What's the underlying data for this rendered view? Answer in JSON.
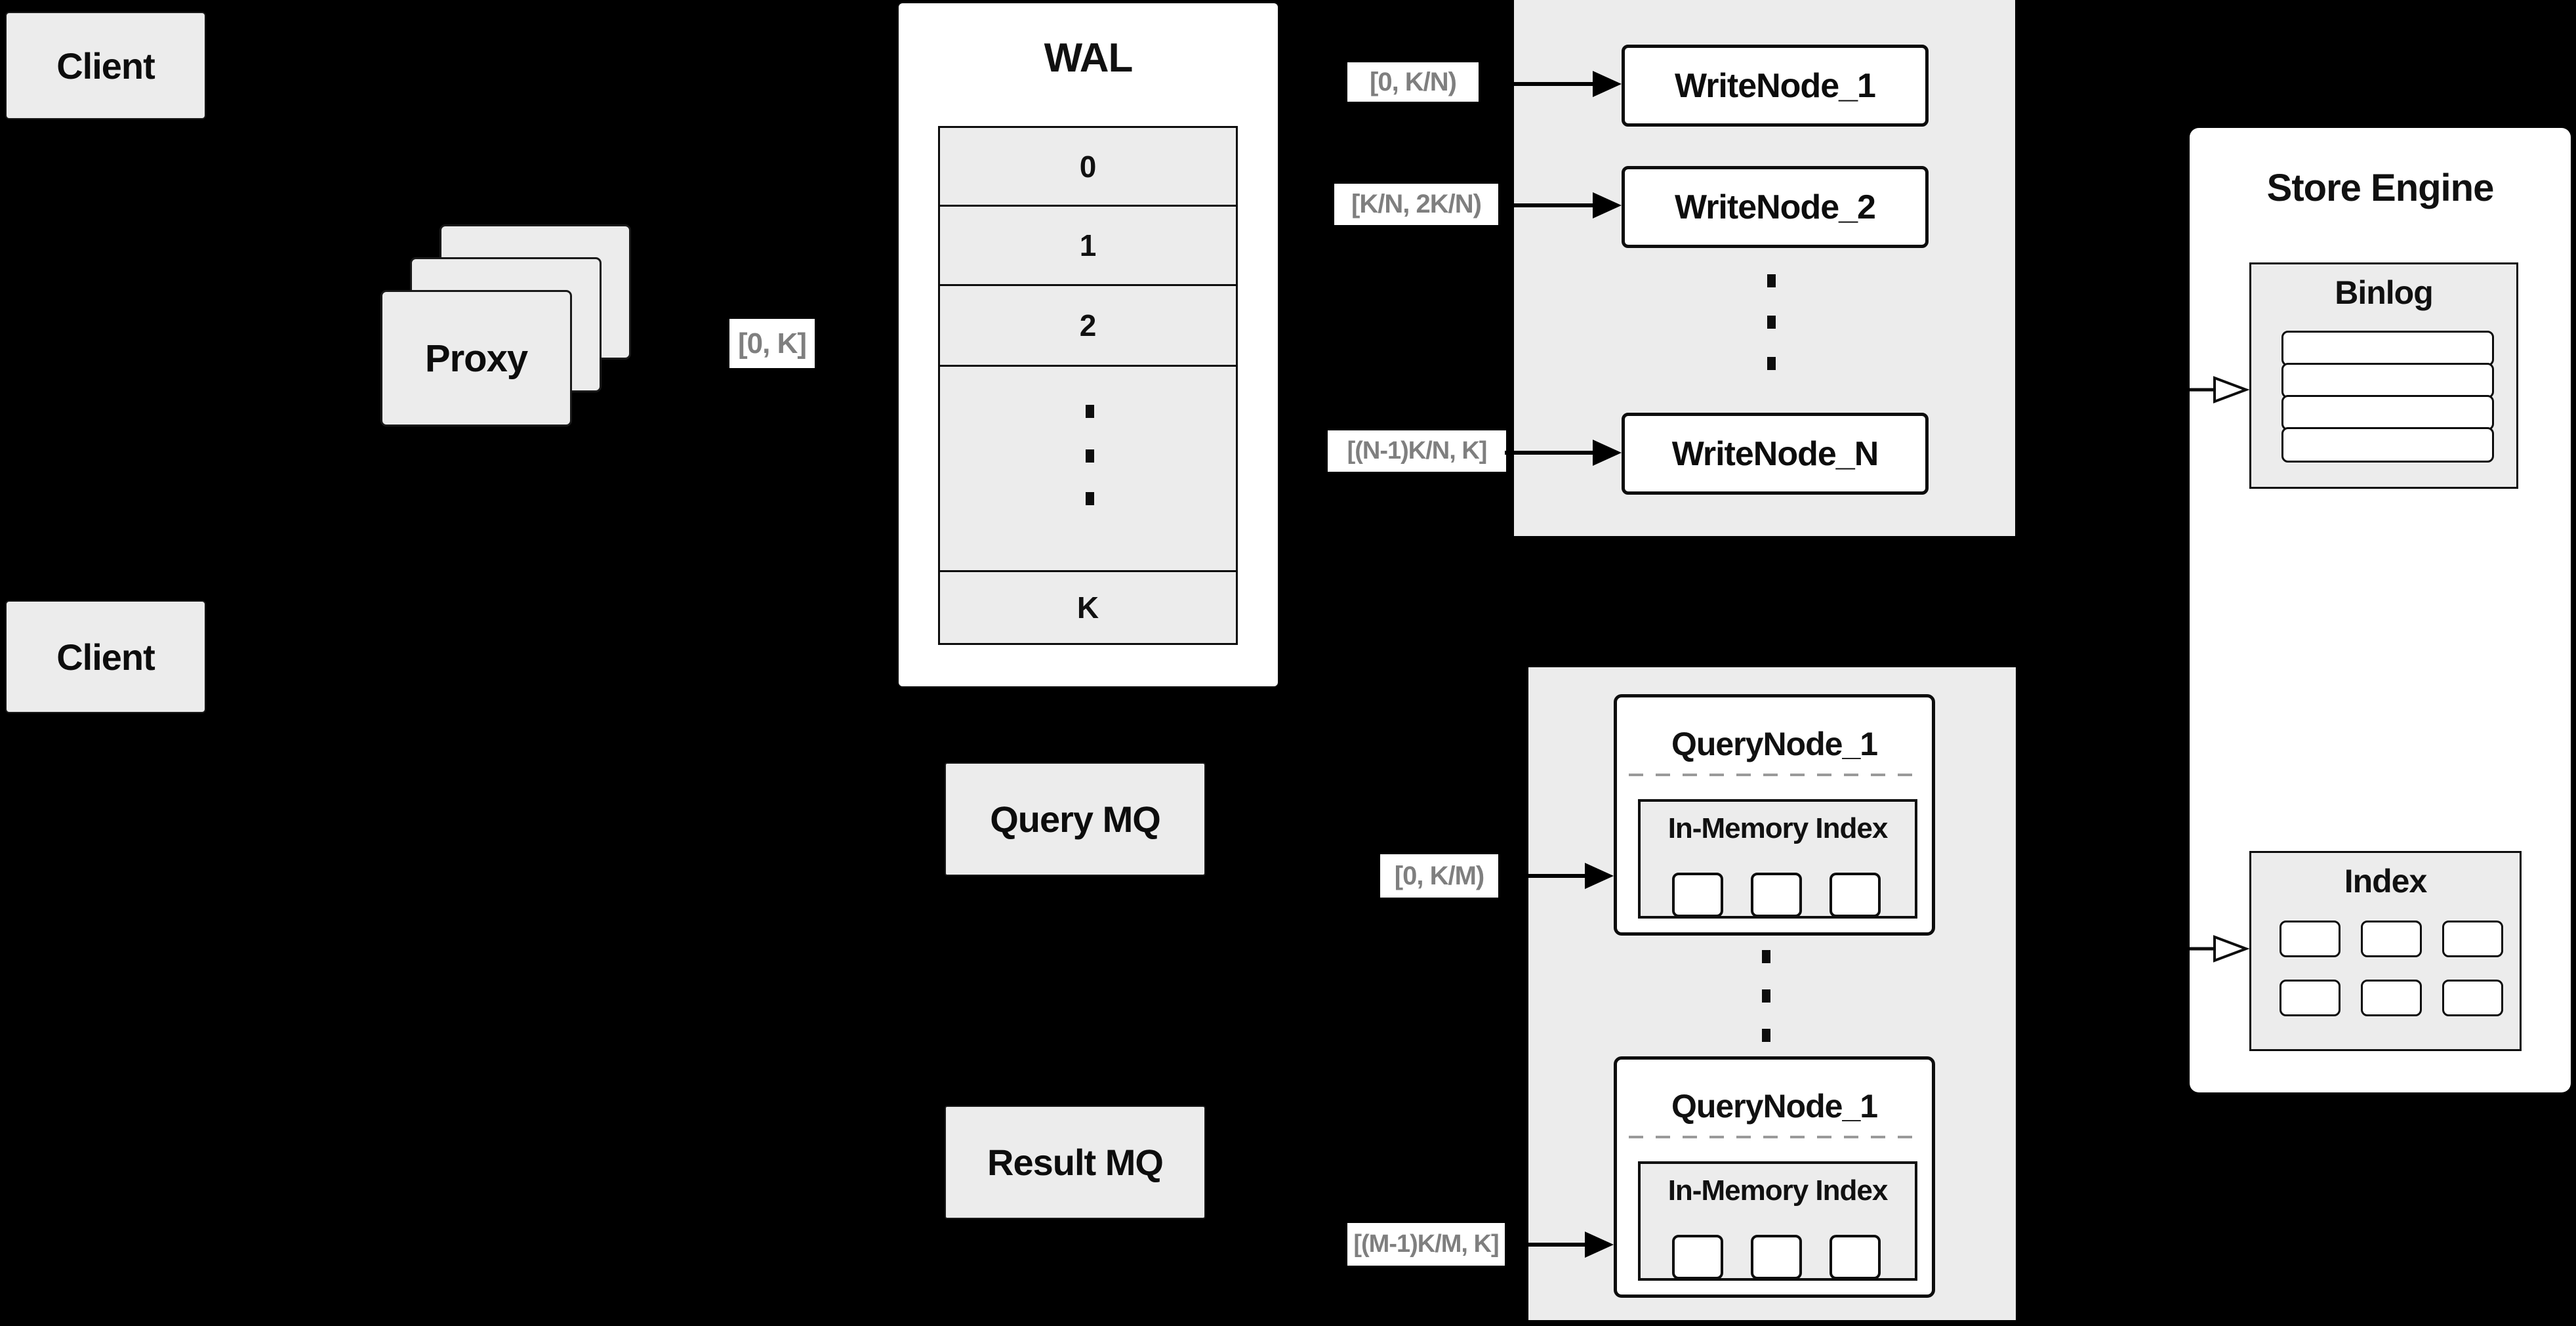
{
  "colors": {
    "background": "#000000",
    "box_grey": "#ececec",
    "node_white": "#ffffff",
    "line_black": "#0d0d0d",
    "range_label_text": "#7f7f7f",
    "dashed_separator": "#9a9a9a"
  },
  "clients": {
    "top": "Client",
    "bottom": "Client"
  },
  "proxy": {
    "label": "Proxy"
  },
  "range_labels": {
    "proxy_wal": "[0, K]",
    "write_1": "[0, K/N)",
    "write_2": "[K/N, 2K/N)",
    "write_n": "[(N-1)K/N, K]",
    "query_1": "[0, K/M)",
    "query_m": "[(M-1)K/M, K]"
  },
  "wal": {
    "title": "WAL",
    "rows": [
      "0",
      "1",
      "2"
    ],
    "last_row": "K"
  },
  "write_nodes": {
    "node_1": "WriteNode_1",
    "node_2": "WriteNode_2",
    "node_n": "WriteNode_N"
  },
  "mq": {
    "query": "Query MQ",
    "result": "Result MQ"
  },
  "query_nodes": {
    "node_top": {
      "title": "QueryNode_1",
      "index_title": "In-Memory Index"
    },
    "node_bottom": {
      "title": "QueryNode_1",
      "index_title": "In-Memory Index"
    }
  },
  "store_engine": {
    "title": "Store Engine",
    "binlog_title": "Binlog",
    "index_title": "Index"
  }
}
